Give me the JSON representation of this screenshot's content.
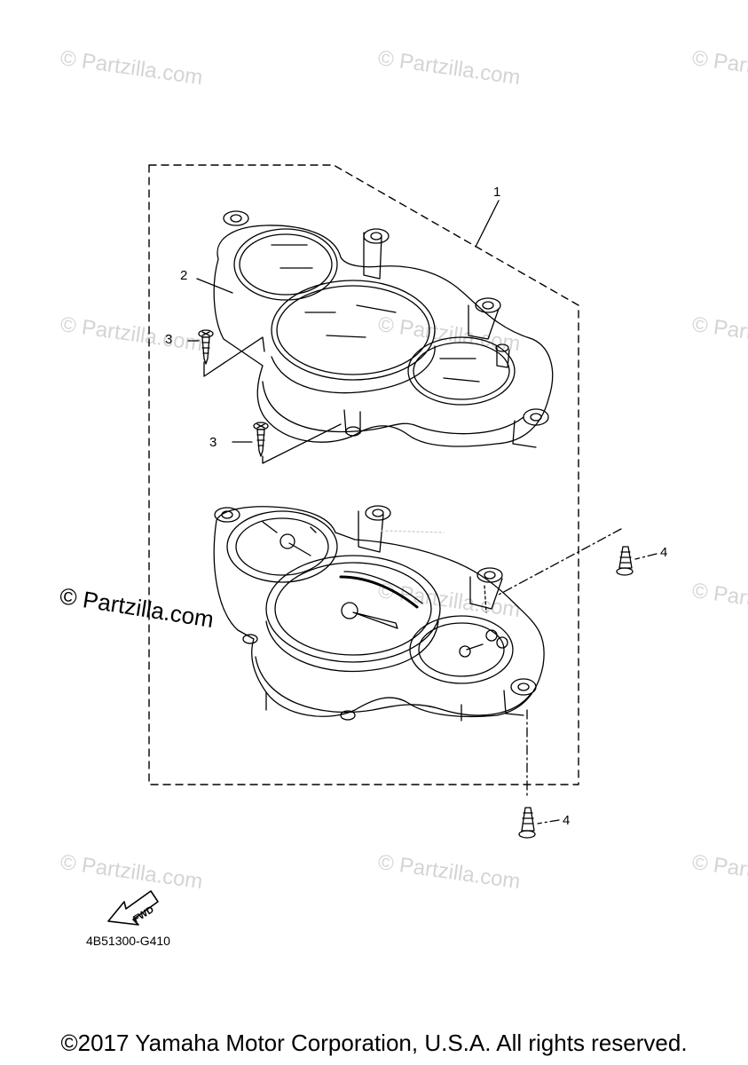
{
  "watermarks": {
    "small_text": "© Partzilla.com",
    "large_text": "© Partzilla.com"
  },
  "callouts": {
    "c1": "1",
    "c2": "2",
    "c3a": "3",
    "c3b": "3",
    "c4a": "4",
    "c4b": "4"
  },
  "fwd_arrow": {
    "label": "FWD"
  },
  "diagram_code": "4B51300-G410",
  "copyright": "©2017 Yamaha Motor Corporation, U.S.A. All rights reserved."
}
